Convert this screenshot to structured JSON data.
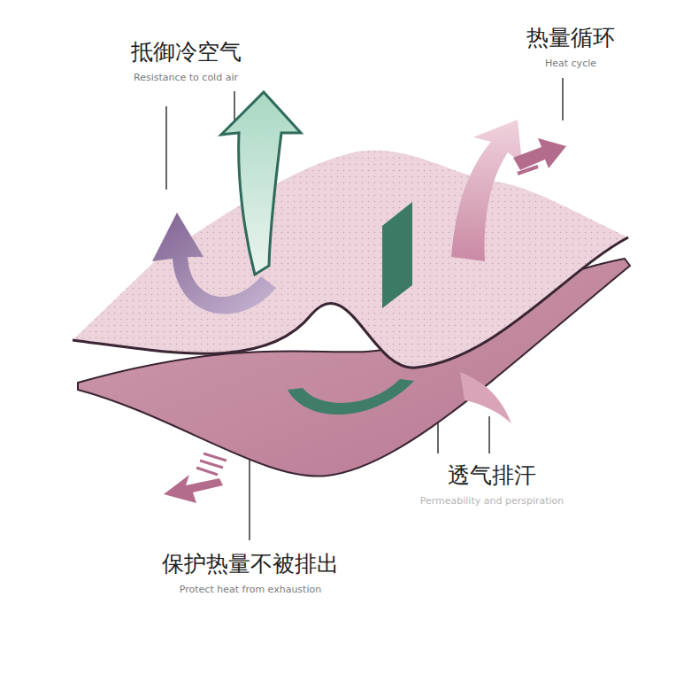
{
  "diagram": {
    "labels": [
      "抵御冷空气",
      "Resistance to cold air",
      "热量循环",
      "Heat cycle",
      "透气排汗",
      "Permeability and perspiration",
      "保护热量不被排出",
      "Protect heat from exhaustion"
    ]
  }
}
